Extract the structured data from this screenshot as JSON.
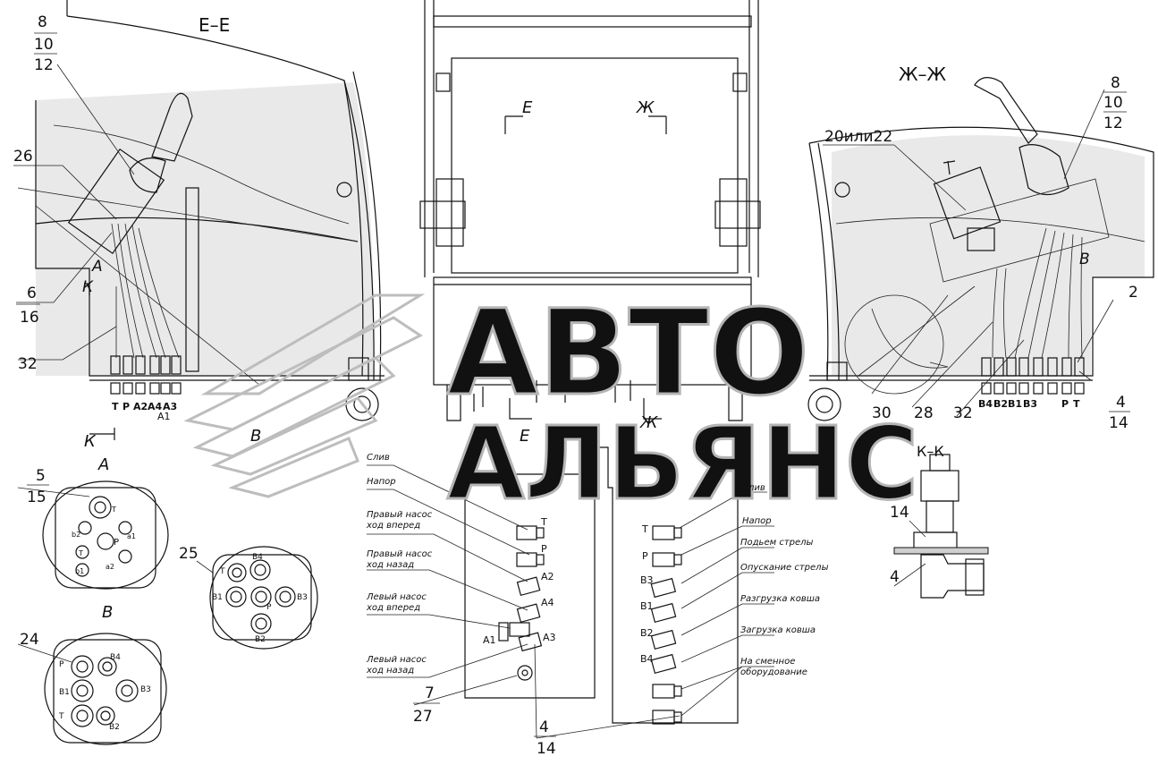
{
  "sections": {
    "ee": "Е–Е",
    "zhzh": "Ж–Ж",
    "kk": "К–К",
    "view_a": "А",
    "view_b": "В",
    "mark_e": "Е",
    "mark_zh": "Ж",
    "mark_k": "К",
    "mark_a": "А"
  },
  "watermark": {
    "line1": "АВТО",
    "line2": "АЛЬЯНС"
  },
  "callouts": {
    "c8_10_12_left": [
      "8",
      "10",
      "12"
    ],
    "c26": "26",
    "c6_16": [
      "6",
      "16"
    ],
    "c32_left": "32",
    "c20_22": "20или22",
    "c8_10_12_right": [
      "8",
      "10",
      "12"
    ],
    "c2": "2",
    "c4_14_right": [
      "4",
      "14"
    ],
    "c30": "30",
    "c28": "28",
    "c32_right": "32",
    "c5_15": [
      "5",
      "15"
    ],
    "c25": "25",
    "c24": "24",
    "c7_27": [
      "7",
      "27"
    ],
    "c4_14_bottom": [
      "4",
      "14"
    ],
    "c14_kk": "14",
    "c4_kk": "4"
  },
  "ports": {
    "left_row": [
      "T",
      "P",
      "A2",
      "A4",
      "A3",
      "A1"
    ],
    "right_row": [
      "B4",
      "B2",
      "B1",
      "B3",
      "P",
      "T"
    ],
    "view_a_ports": [
      "T",
      "P",
      "a1",
      "a2",
      "b1",
      "b2",
      "T"
    ],
    "view_b25_ports": [
      "B4",
      "B1",
      "B3",
      "B2",
      "T",
      "P"
    ],
    "view_b24_ports": [
      "B4",
      "P",
      "B1",
      "B3",
      "T",
      "B2"
    ]
  },
  "fitting_left_labels": [
    "T",
    "P",
    "A2",
    "A4",
    "A1",
    "A3"
  ],
  "fitting_right_labels": [
    "T",
    "P",
    "B3",
    "B1",
    "B2",
    "B4"
  ],
  "hose_left": [
    "Слив",
    "Напор",
    "Правый насос ход вперед",
    "Правый насос ход назад",
    "Левый насос ход вперед",
    "Левый насос ход назад"
  ],
  "hose_right": [
    "Слив",
    "Напор",
    "Подьем стрелы",
    "Опускание стрелы",
    "Разгрузка ковша",
    "Загрузка ковша",
    "На сменное оборудование"
  ],
  "colors": {
    "line": "#111111",
    "fill": "#e9e9e9",
    "watermark": "#bdbdbd"
  }
}
